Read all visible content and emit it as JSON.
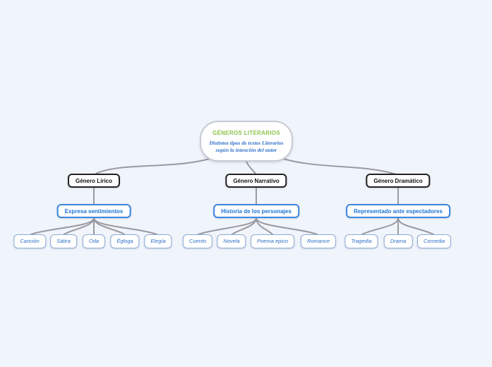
{
  "root": {
    "title": "GÉNEROS LITERARIOS",
    "subtitle": "Distintos tipos de textos Literarios según la intención del autor"
  },
  "branches": [
    {
      "label": "Género Lírico",
      "description": "Expresa sentimientos",
      "children": [
        "Canción",
        "Sátira",
        "Oda",
        "Égloga",
        "Elegía"
      ]
    },
    {
      "label": "Género Narrativo",
      "description": "Historia de los personajes",
      "children": [
        "Cuento",
        "Novela",
        "Poema epico",
        "Romance"
      ]
    },
    {
      "label": "Género Dramático",
      "description": "Representado ante espectadores",
      "children": [
        "Tragedia",
        "Drama",
        "Comedia"
      ]
    }
  ],
  "colors": {
    "background": "#f0f4fb",
    "connector": "#9a9aa0",
    "root_border": "#c7cad3",
    "root_title": "#8bc34a",
    "root_subtitle": "#2f6ec9",
    "branch_border": "#222222",
    "branch_text": "#111111",
    "desc_border": "#3c86dc",
    "desc_text": "#1b72d6",
    "leaf_border": "#8fadd6",
    "leaf_text": "#2e70c8"
  }
}
